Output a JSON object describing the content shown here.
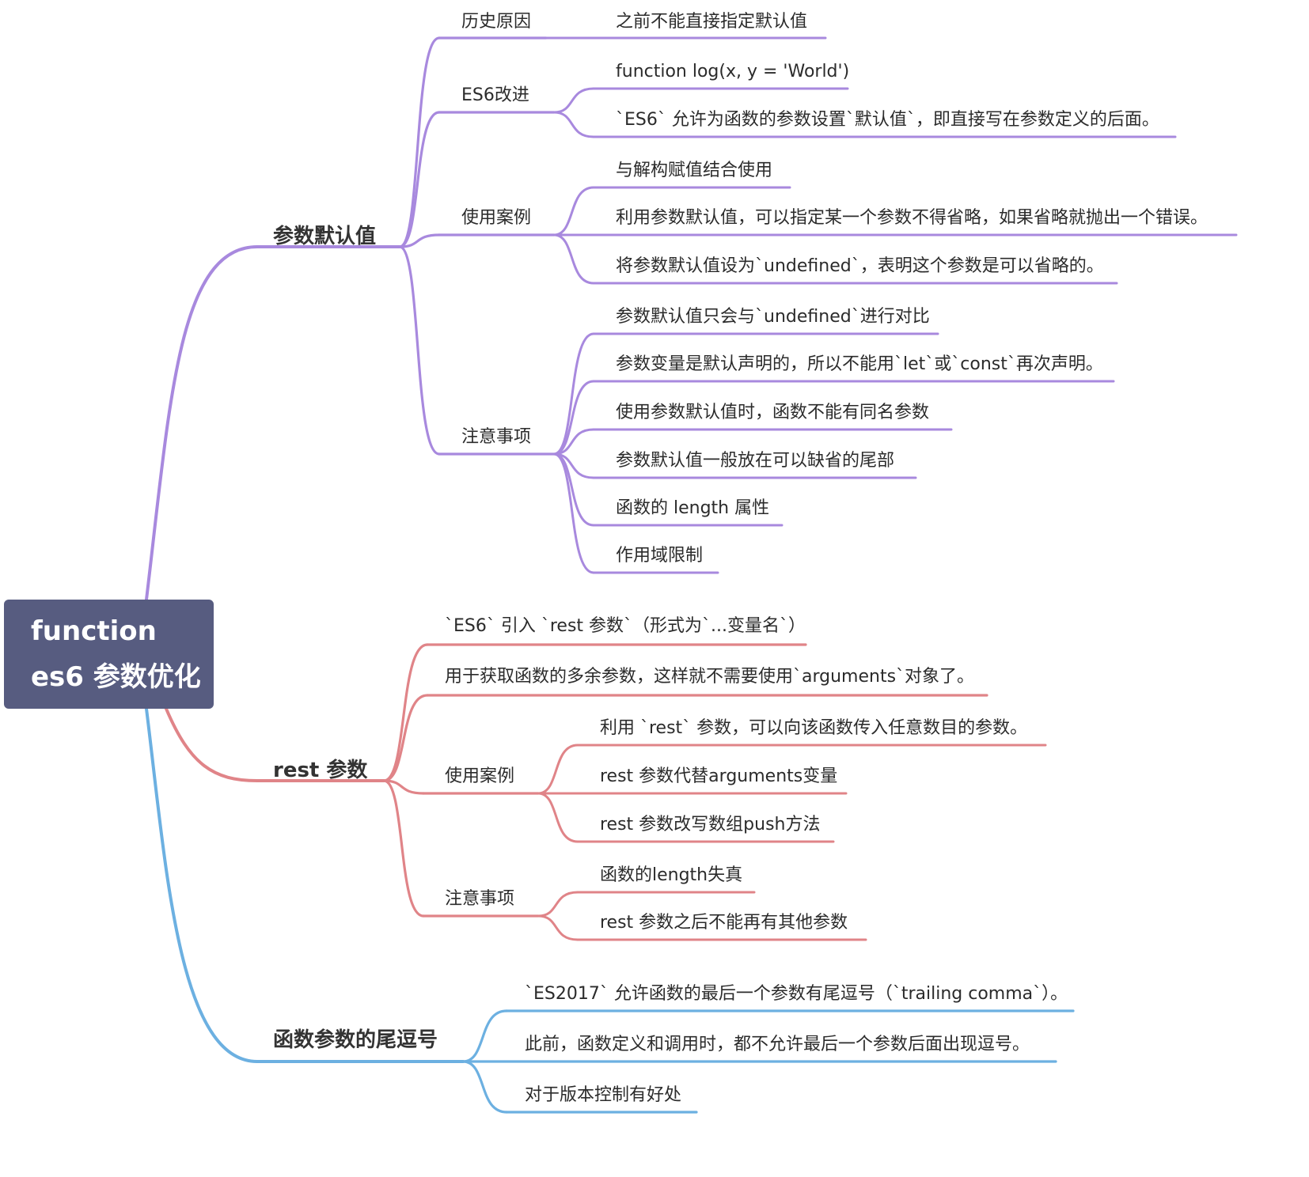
{
  "root": {
    "line1": "function",
    "line2": "es6 参数优化"
  },
  "colors": {
    "purple": "#a889de",
    "red": "#e08488",
    "blue": "#6cb0e1",
    "root_bg": "#575c80"
  },
  "branches": [
    {
      "label": "参数默认值",
      "color": "purple",
      "children": [
        {
          "label": "历史原因",
          "children": [
            {
              "label": "之前不能直接指定默认值"
            }
          ]
        },
        {
          "label": "ES6改进",
          "children": [
            {
              "label": "function log(x, y = 'World')"
            },
            {
              "label": "`ES6` 允许为函数的参数设置`默认值`，即直接写在参数定义的后面。"
            }
          ]
        },
        {
          "label": "使用案例",
          "children": [
            {
              "label": "与解构赋值结合使用"
            },
            {
              "label": "利用参数默认值，可以指定某一个参数不得省略，如果省略就抛出一个错误。"
            },
            {
              "label": "将参数默认值设为`undefined`，表明这个参数是可以省略的。"
            }
          ]
        },
        {
          "label": "注意事项",
          "children": [
            {
              "label": "参数默认值只会与`undefined`进行对比"
            },
            {
              "label": "参数变量是默认声明的，所以不能用`let`或`const`再次声明。"
            },
            {
              "label": "使用参数默认值时，函数不能有同名参数"
            },
            {
              "label": "参数默认值一般放在可以缺省的尾部"
            },
            {
              "label": "函数的 length 属性"
            },
            {
              "label": "作用域限制"
            }
          ]
        }
      ]
    },
    {
      "label": "rest 参数",
      "color": "red",
      "children": [
        {
          "label": "`ES6` 引入 `rest 参数`（形式为`...变量名`）"
        },
        {
          "label": "用于获取函数的多余参数，这样就不需要使用`arguments`对象了。"
        },
        {
          "label": "使用案例",
          "children": [
            {
              "label": "利用 `rest` 参数，可以向该函数传入任意数目的参数。"
            },
            {
              "label": "rest 参数代替arguments变量"
            },
            {
              "label": "rest 参数改写数组push方法"
            }
          ]
        },
        {
          "label": "注意事项",
          "children": [
            {
              "label": "函数的length失真"
            },
            {
              "label": "rest 参数之后不能再有其他参数"
            }
          ]
        }
      ]
    },
    {
      "label": "函数参数的尾逗号",
      "color": "blue",
      "children": [
        {
          "label": "`ES2017` 允许函数的最后一个参数有尾逗号（`trailing comma`）。"
        },
        {
          "label": "此前，函数定义和调用时，都不允许最后一个参数后面出现逗号。"
        },
        {
          "label": "对于版本控制有好处"
        }
      ]
    }
  ]
}
